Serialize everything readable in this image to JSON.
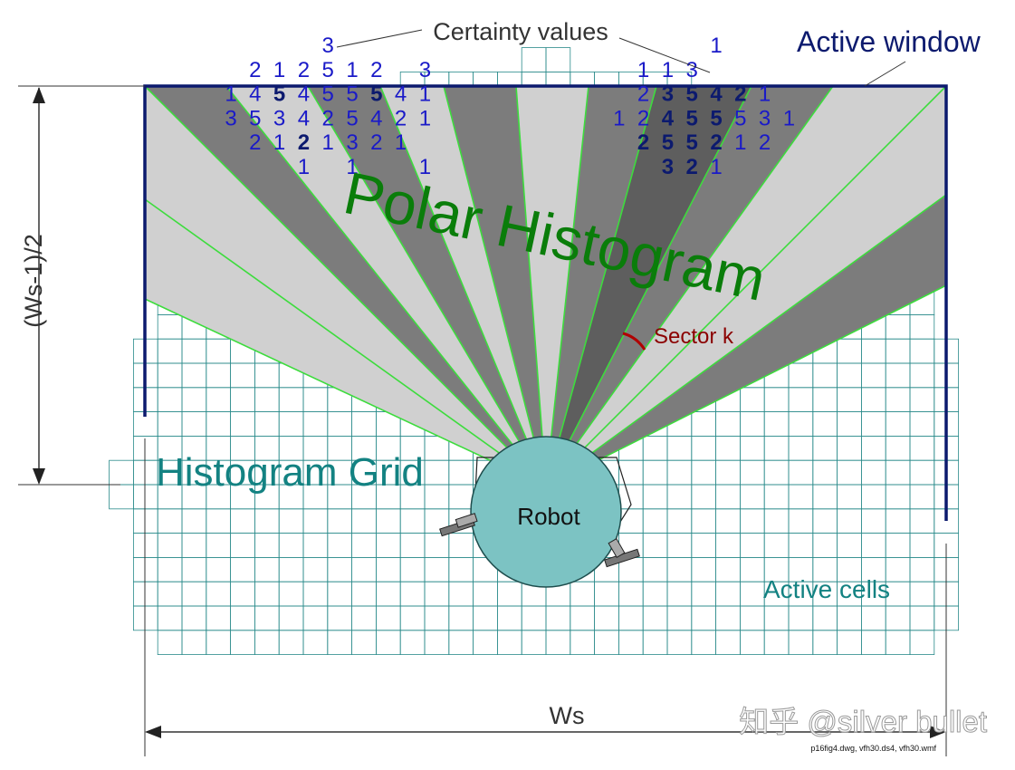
{
  "labels": {
    "certainty_values": "Certainty values",
    "active_window": "Active window",
    "polar_histogram": "Polar Histogram",
    "histogram_grid": "Histogram Grid",
    "robot": "Robot",
    "sector_k": "Sector k",
    "active_cells": "Active cells",
    "ws": "Ws",
    "ws_half": "(Ws-1)/2",
    "watermark": "知乎 @silver bullet",
    "file_note": "p16fig4.dwg, vfh30.ds4, vfh30.wmf"
  },
  "certainty_values": [
    {
      "t": "3",
      "bold": false,
      "col": 10,
      "row": 0
    },
    {
      "t": "2",
      "bold": false,
      "col": 7,
      "row": 1
    },
    {
      "t": "1",
      "bold": false,
      "col": 8,
      "row": 1
    },
    {
      "t": "2",
      "bold": false,
      "col": 9,
      "row": 1
    },
    {
      "t": "5",
      "bold": false,
      "col": 10,
      "row": 1
    },
    {
      "t": "1",
      "bold": false,
      "col": 11,
      "row": 1
    },
    {
      "t": "2",
      "bold": false,
      "col": 12,
      "row": 1
    },
    {
      "t": "3",
      "bold": false,
      "col": 14,
      "row": 1
    },
    {
      "t": "1",
      "bold": false,
      "col": 6,
      "row": 2
    },
    {
      "t": "4",
      "bold": false,
      "col": 7,
      "row": 2
    },
    {
      "t": "5",
      "bold": true,
      "col": 8,
      "row": 2
    },
    {
      "t": "4",
      "bold": false,
      "col": 9,
      "row": 2
    },
    {
      "t": "5",
      "bold": false,
      "col": 10,
      "row": 2
    },
    {
      "t": "5",
      "bold": false,
      "col": 11,
      "row": 2
    },
    {
      "t": "5",
      "bold": true,
      "col": 12,
      "row": 2
    },
    {
      "t": "4",
      "bold": false,
      "col": 13,
      "row": 2
    },
    {
      "t": "1",
      "bold": false,
      "col": 14,
      "row": 2
    },
    {
      "t": "3",
      "bold": false,
      "col": 6,
      "row": 3
    },
    {
      "t": "5",
      "bold": false,
      "col": 7,
      "row": 3
    },
    {
      "t": "3",
      "bold": false,
      "col": 8,
      "row": 3
    },
    {
      "t": "4",
      "bold": false,
      "col": 9,
      "row": 3
    },
    {
      "t": "2",
      "bold": false,
      "col": 10,
      "row": 3
    },
    {
      "t": "5",
      "bold": false,
      "col": 11,
      "row": 3
    },
    {
      "t": "4",
      "bold": false,
      "col": 12,
      "row": 3
    },
    {
      "t": "2",
      "bold": false,
      "col": 13,
      "row": 3
    },
    {
      "t": "1",
      "bold": false,
      "col": 14,
      "row": 3
    },
    {
      "t": "2",
      "bold": false,
      "col": 7,
      "row": 4
    },
    {
      "t": "1",
      "bold": false,
      "col": 8,
      "row": 4
    },
    {
      "t": "2",
      "bold": true,
      "col": 9,
      "row": 4
    },
    {
      "t": "1",
      "bold": false,
      "col": 10,
      "row": 4
    },
    {
      "t": "3",
      "bold": false,
      "col": 11,
      "row": 4
    },
    {
      "t": "2",
      "bold": false,
      "col": 12,
      "row": 4
    },
    {
      "t": "1",
      "bold": false,
      "col": 13,
      "row": 4
    },
    {
      "t": "1",
      "bold": false,
      "col": 9,
      "row": 5
    },
    {
      "t": "1",
      "bold": false,
      "col": 11,
      "row": 5
    },
    {
      "t": "1",
      "bold": false,
      "col": 14,
      "row": 5
    },
    {
      "t": "1",
      "bold": false,
      "col": 26,
      "row": 0
    },
    {
      "t": "1",
      "bold": false,
      "col": 23,
      "row": 1
    },
    {
      "t": "1",
      "bold": false,
      "col": 24,
      "row": 1
    },
    {
      "t": "3",
      "bold": false,
      "col": 25,
      "row": 1
    },
    {
      "t": "2",
      "bold": false,
      "col": 23,
      "row": 2
    },
    {
      "t": "3",
      "bold": true,
      "col": 24,
      "row": 2
    },
    {
      "t": "5",
      "bold": true,
      "col": 25,
      "row": 2
    },
    {
      "t": "4",
      "bold": true,
      "col": 26,
      "row": 2
    },
    {
      "t": "2",
      "bold": true,
      "col": 27,
      "row": 2
    },
    {
      "t": "1",
      "bold": false,
      "col": 28,
      "row": 2
    },
    {
      "t": "1",
      "bold": false,
      "col": 22,
      "row": 3
    },
    {
      "t": "2",
      "bold": false,
      "col": 23,
      "row": 3
    },
    {
      "t": "4",
      "bold": true,
      "col": 24,
      "row": 3
    },
    {
      "t": "5",
      "bold": true,
      "col": 25,
      "row": 3
    },
    {
      "t": "5",
      "bold": true,
      "col": 26,
      "row": 3
    },
    {
      "t": "5",
      "bold": false,
      "col": 27,
      "row": 3
    },
    {
      "t": "3",
      "bold": false,
      "col": 28,
      "row": 3
    },
    {
      "t": "1",
      "bold": false,
      "col": 29,
      "row": 3
    },
    {
      "t": "2",
      "bold": true,
      "col": 23,
      "row": 4
    },
    {
      "t": "5",
      "bold": true,
      "col": 24,
      "row": 4
    },
    {
      "t": "5",
      "bold": true,
      "col": 25,
      "row": 4
    },
    {
      "t": "2",
      "bold": true,
      "col": 26,
      "row": 4
    },
    {
      "t": "1",
      "bold": false,
      "col": 27,
      "row": 4
    },
    {
      "t": "2",
      "bold": false,
      "col": 28,
      "row": 4
    },
    {
      "t": "3",
      "bold": true,
      "col": 24,
      "row": 5
    },
    {
      "t": "2",
      "bold": true,
      "col": 25,
      "row": 5
    },
    {
      "t": "1",
      "bold": false,
      "col": 26,
      "row": 5
    }
  ],
  "colors": {
    "grid": "#2a8a8a",
    "window_border": "#0c1a6e",
    "sector_dark": "#7c7c7c",
    "sector_light": "#d0d0d0",
    "sector_k": "#5e5e5e",
    "sector_edge": "#3ddc3d",
    "polar_text": "#0a7d0a",
    "teal_text": "#138282",
    "robot_fill": "#7cc3c3",
    "blue_digit": "#1a1ac8",
    "navy_digit": "#0c1a6e",
    "sector_k_text": "#8b0000",
    "dim": "#333333"
  }
}
